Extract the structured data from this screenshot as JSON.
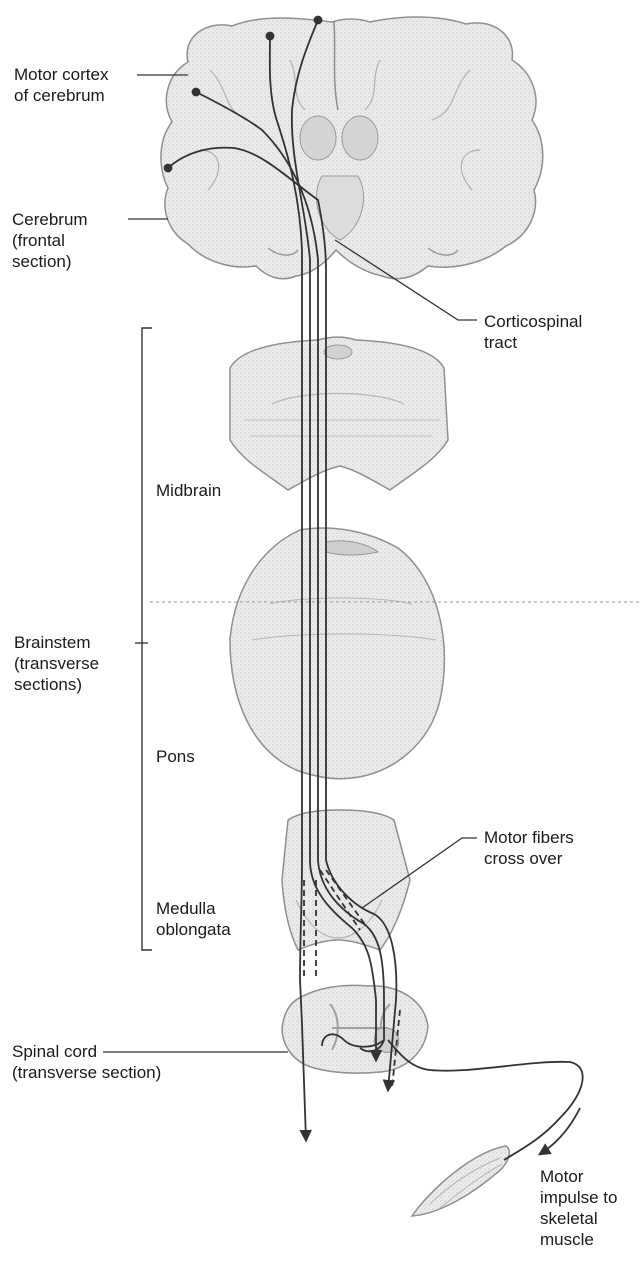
{
  "labels": {
    "motor_cortex": [
      "Motor cortex",
      "of cerebrum"
    ],
    "cerebrum": [
      "Cerebrum",
      "(frontal",
      "section)"
    ],
    "corticospinal_tract": [
      "Corticospinal",
      "tract"
    ],
    "midbrain": "Midbrain",
    "brainstem": [
      "Brainstem",
      "(transverse",
      "sections)"
    ],
    "pons": "Pons",
    "motor_fibers_cross": [
      "Motor fibers",
      "cross over"
    ],
    "medulla": [
      "Medulla",
      "oblongata"
    ],
    "spinal_cord": [
      "Spinal cord",
      "(transverse section)"
    ],
    "motor_impulse": [
      "Motor",
      "impulse to",
      "skeletal",
      "muscle"
    ]
  },
  "colors": {
    "tissue": "#e9e9e9",
    "tissue_outline": "#8f8f8f",
    "tissue_shade": "#cfcfcf",
    "tract": "#333333",
    "leader": "#333333",
    "text": "#1a1a1a"
  }
}
